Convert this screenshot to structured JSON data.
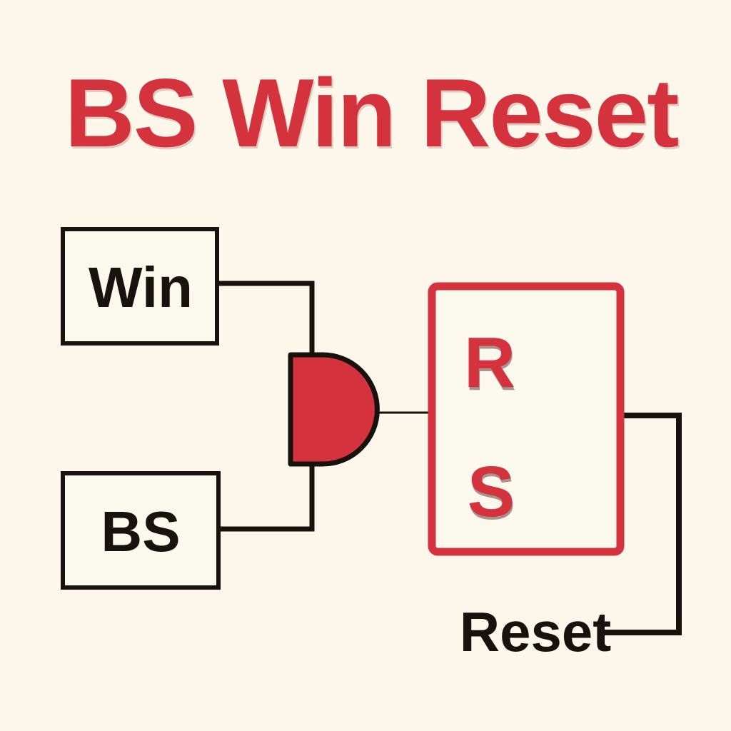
{
  "title": "BS Win Reset",
  "boxes": {
    "win_label": "Win",
    "bs_label": "BS"
  },
  "gate": {
    "name": "and-gate"
  },
  "latch": {
    "r_label": "R",
    "s_label": "S"
  },
  "reset_label": "Reset",
  "colors": {
    "background": "#fcf7ea",
    "box_fill": "#fbf8ee",
    "red": "#d4323c",
    "black": "#17120d"
  }
}
